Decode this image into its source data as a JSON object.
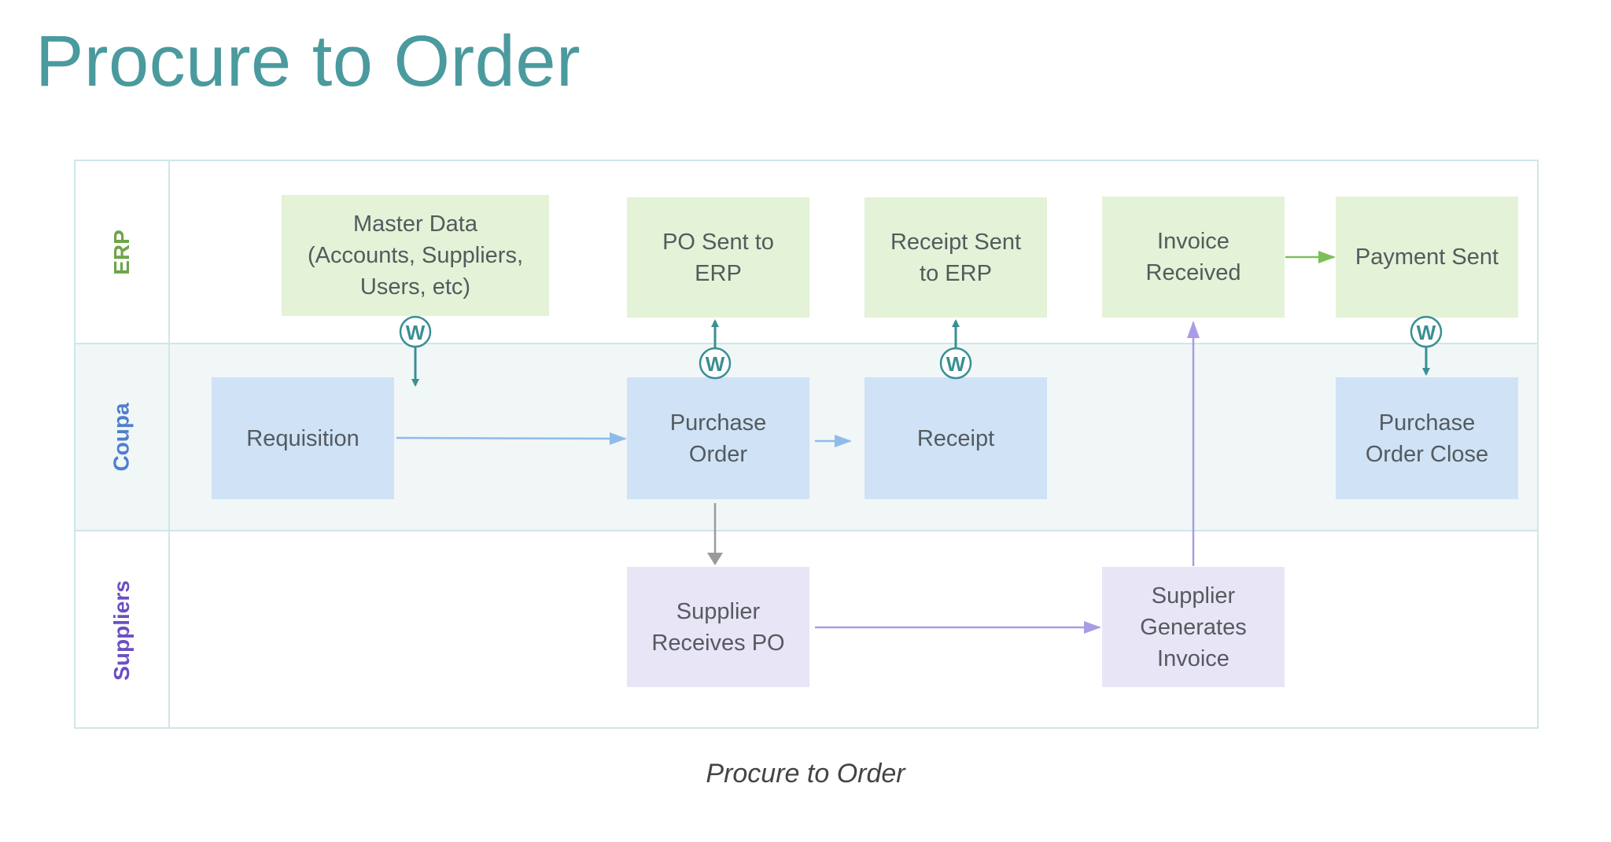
{
  "page": {
    "title": "Procure to Order",
    "caption": "Procure to Order"
  },
  "lanes": {
    "erp": "ERP",
    "coupa": "Coupa",
    "suppliers": "Suppliers"
  },
  "nodes": {
    "master_data": "Master Data\n(Accounts, Suppliers,\nUsers, etc)",
    "po_sent": "PO Sent to\nERP",
    "receipt_sent": "Receipt Sent\nto ERP",
    "invoice_received": "Invoice\nReceived",
    "payment_sent": "Payment Sent",
    "requisition": "Requisition",
    "purchase_order": "Purchase\nOrder",
    "receipt": "Receipt",
    "po_close": "Purchase\nOrder Close",
    "supplier_receives": "Supplier\nReceives PO",
    "supplier_invoice": "Supplier\nGenerates\nInvoice"
  },
  "integration_badge": "W",
  "colors": {
    "title": "#4a9a9e",
    "erp_lane_label": "#6ea548",
    "coupa_lane_label": "#4f7ecf",
    "suppliers_lane_label": "#6b4fc2",
    "erp_box": "#e4f2d7",
    "coupa_box": "#cfe2f6",
    "supplier_box": "#e8e5f7",
    "integration_arrow": "#3a8f93"
  }
}
